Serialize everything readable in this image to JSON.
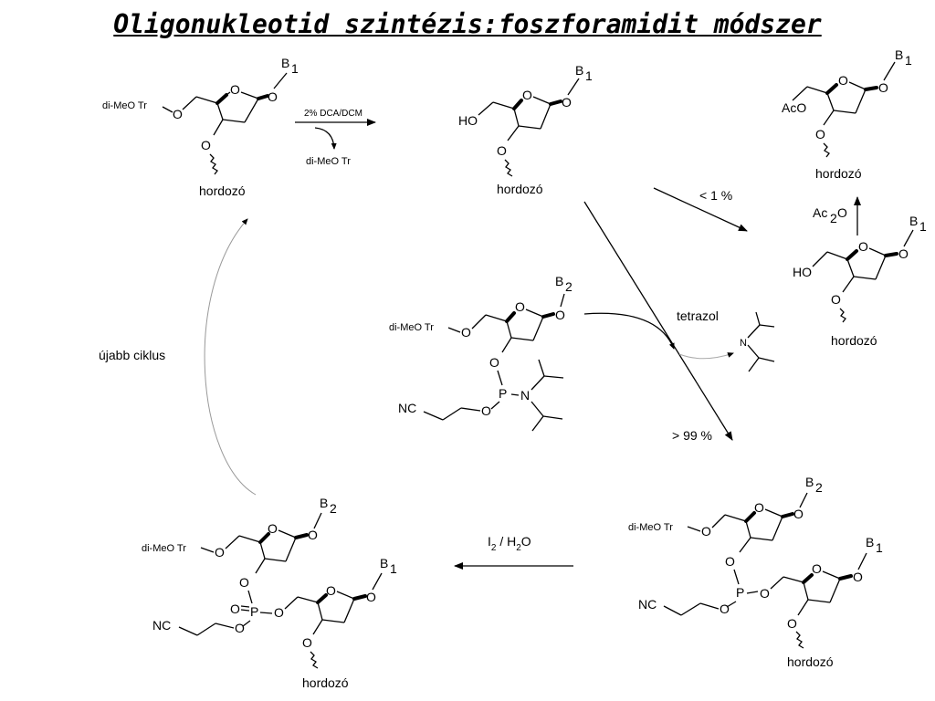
{
  "title": "Oligonukleotid szintézis:foszforamidit módszer",
  "molecules": {
    "start": {
      "protect": "di-MeO Tr",
      "O5": "O",
      "O3": "O",
      "ring_O": "O",
      "base": "B",
      "base_num": "1",
      "support": "hordozó"
    },
    "detrit": {
      "hydroxyl": "HO",
      "O3": "O",
      "ring_O": "O",
      "base": "B",
      "base_num": "1",
      "support": "hordozó"
    },
    "capped": {
      "acetyl": "AcO",
      "O3": "O",
      "ring_O": "O",
      "base": "B",
      "base_num": "1",
      "support": "hordozó"
    },
    "unreacted": {
      "hydroxyl": "HO",
      "O3": "O",
      "ring_O": "O",
      "base": "B",
      "base_num": "1",
      "support": "hordozó"
    },
    "amidite": {
      "protect": "di-MeO Tr",
      "O5": "O",
      "ring_O": "O",
      "base": "B",
      "base_num": "2",
      "O3": "O",
      "P": "P",
      "N": "N",
      "O_cne": "O",
      "nc": "NC"
    },
    "amine": {
      "N": "N"
    },
    "phosphite": {
      "protect": "di-MeO Tr",
      "O5": "O",
      "ring_O": "O",
      "base": "B",
      "base_num": "2",
      "O3": "O",
      "P": "P",
      "O_cne": "O",
      "nc": "NC",
      "O5b": "O",
      "ring_O_b": "O",
      "base_b": "B",
      "base_b_num": "1",
      "O3b": "O",
      "support": "hordozó"
    },
    "phosphate": {
      "protect": "di-MeO Tr",
      "O5": "O",
      "ring_O": "O",
      "base": "B",
      "base_num": "2",
      "O3": "O",
      "P": "P",
      "Oxo": "O",
      "O_cne": "O",
      "nc": "NC",
      "O5b": "O",
      "ring_O_b": "O",
      "base_b": "B",
      "base_b_num": "1",
      "O3b": "O",
      "support": "hordozó"
    }
  },
  "reactions": {
    "detritylation_reagent": "2% DCA/DCM",
    "detritylation_byproduct": "di-MeO Tr",
    "fail_pct": "< 1 %",
    "capping_reagent_ac": "Ac",
    "capping_reagent_sub": "2",
    "capping_reagent_o": "O",
    "activator": "tetrazol",
    "coupling_pct": "> 99 %",
    "oxidation_i": "I",
    "oxidation_i_sub": "2",
    "oxidation_sep": " / H",
    "oxidation_h_sub": "2",
    "oxidation_o": "O",
    "cycle": "újabb ciklus"
  }
}
